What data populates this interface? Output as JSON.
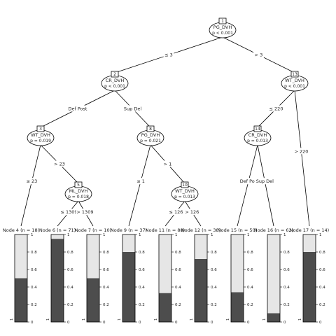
{
  "inner_nodes": [
    {
      "id": "1",
      "var": "PG_DVH",
      "p": "p < 0.001"
    },
    {
      "id": "2",
      "var": "CR_DVH",
      "p": "p < 0.001"
    },
    {
      "id": "3",
      "var": "WT_DVH",
      "p": "p = 0.019"
    },
    {
      "id": "5",
      "var": "ML_DVH",
      "p": "p = 0.018"
    },
    {
      "id": "8",
      "var": "PG_DVH",
      "p": "p = 0.021"
    },
    {
      "id": "10",
      "var": "WT_DVH",
      "p": "p = 0.013"
    },
    {
      "id": "13",
      "var": "WT_DVH",
      "p": "p < 0.001"
    },
    {
      "id": "14",
      "var": "CR_DVH",
      "p": "p = 0.013"
    }
  ],
  "edges": [
    {
      "from": "1",
      "to": "2",
      "label": "≤ 3"
    },
    {
      "from": "1",
      "to": "13",
      "label": "> 3"
    },
    {
      "from": "2",
      "to": "3",
      "label": "Def Post"
    },
    {
      "from": "2",
      "to": "8",
      "label": "Sup Del"
    },
    {
      "from": "3",
      "to": "4",
      "label": "≤ 23"
    },
    {
      "from": "3",
      "to": "5",
      "label": "> 23"
    },
    {
      "from": "5",
      "to": "6",
      "label": "≤ 1309"
    },
    {
      "from": "5",
      "to": "7",
      "label": "> 1309"
    },
    {
      "from": "8",
      "to": "9",
      "label": "≤ 1"
    },
    {
      "from": "8",
      "to": "10",
      "label": "> 1"
    },
    {
      "from": "10",
      "to": "11",
      "label": "≤ 126"
    },
    {
      "from": "10",
      "to": "12",
      "label": "> 126"
    },
    {
      "from": "13",
      "to": "14",
      "label": "≤ 220"
    },
    {
      "from": "13",
      "to": "17",
      "label": "> 220"
    },
    {
      "from": "14",
      "to": "15",
      "label": "Def Pos"
    },
    {
      "from": "14",
      "to": "16",
      "label": "Sup Del"
    }
  ],
  "terminal_nodes": [
    {
      "id": "4",
      "title": "Node 4 (n = 18)",
      "fraction_dark": 0.5
    },
    {
      "id": "6",
      "title": "Node 6 (n = 71)",
      "fraction_dark": 0.95
    },
    {
      "id": "7",
      "title": "Node 7 (n = 10)",
      "fraction_dark": 0.5
    },
    {
      "id": "9",
      "title": "Node 9 (n = 37)",
      "fraction_dark": 0.8
    },
    {
      "id": "11",
      "title": "Node 11 (n = 88)",
      "fraction_dark": 0.33
    },
    {
      "id": "12",
      "title": "Node 12 (n = 38)",
      "fraction_dark": 0.72
    },
    {
      "id": "15",
      "title": "Node 15 (n = 50)",
      "fraction_dark": 0.34
    },
    {
      "id": "16",
      "title": "Node 16 (n = 62)",
      "fraction_dark": 0.1
    },
    {
      "id": "17",
      "title": "Node 17 (n = 14)",
      "fraction_dark": 0.8
    }
  ],
  "axis_ticks": [
    "0",
    "0.2",
    "0.4",
    "0.6",
    "0.8",
    "1"
  ],
  "bar_category_labels": [
    "0",
    "1"
  ],
  "colors": {
    "dark": "#4d4d4d",
    "light": "#e6e6e6",
    "line": "#000000"
  }
}
